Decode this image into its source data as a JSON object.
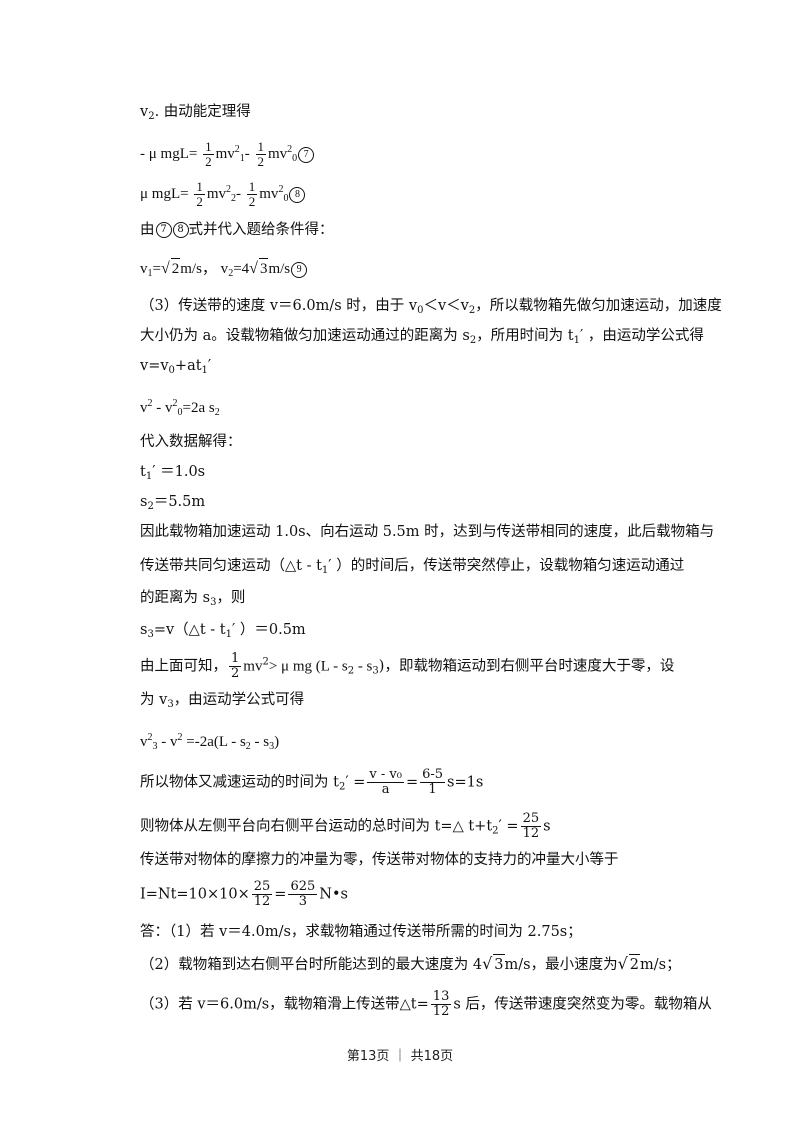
{
  "l01": "v",
  "l01_sub": "2",
  "l01_rest": ". 由动能定理得",
  "eq7_a": "- μ mgL=",
  "eq7_b": "mv",
  "eq7_c": "-",
  "eq7_d": "mv",
  "one": "1",
  "two": "2",
  "sub1": "1",
  "sub0": "0",
  "sub2": "2",
  "sub3": "3",
  "sup2": "2",
  "tag7": "7",
  "eq8_a": "μ mgL=",
  "tag8": "8",
  "l04_a": "由",
  "l04_b": "式并代入题给条件得：",
  "eq9_a": "v",
  "eq9_b": "=",
  "eq9_c": "2",
  "eq9_d": "m/s， v",
  "eq9_e": "=4",
  "eq9_f": "3",
  "eq9_g": "m/s",
  "tag9": "9",
  "p3_l1": "（3）传送带的速度 v＝6.0m/s 时，由于 v",
  "p3_l1b": "＜v＜v",
  "p3_l1c": "，所以载物箱先做匀加速运动，加速度",
  "p3_l2": "大小仍为 a。设载物箱做匀加速运动通过的距离为 s",
  "p3_l2b": "，所用时间为 t",
  "p3_l2c": "′ ，由运动学公式得",
  "eq_v": "v=v",
  "eq_v_b": "+at",
  "eq_v_c": "′",
  "eq_vs_a": "v",
  "eq_vs_b": " - v",
  "eq_vs_c": "=2a s",
  "l_sub": "代入数据解得：",
  "t1": "t",
  "t1_rest": "′ ＝1.0s",
  "s2": "s",
  "s2_rest": "＝5.5m",
  "p4_l1": "因此载物箱加速运动 1.0s、向右运动 5.5m 时，达到与传送带相同的速度，此后载物箱与",
  "p4_l2": "传送带共同匀速运动（△t - t",
  "p4_l2b": "′ ）的时间后，传送带突然停止，设载物箱匀速运动通过",
  "p4_l3": "的距离为 s",
  "p4_l3b": "，则",
  "s3": "s",
  "s3_rest": "=v（△t - t",
  "s3_rest2": "′ ）＝0.5m",
  "p5_a": "由上面可知，",
  "p5_b": "mv",
  "p5_c": "> μ mg (L - s",
  "p5_d": " - s",
  "p5_e": ")，即载物箱运动到右侧平台时速度大于零，设",
  "p6_a": "为 v",
  "p6_b": "，由运动学公式可得",
  "eq10_a": "v",
  "eq10_b": " - v",
  "eq10_c": " =-2a(L - s",
  "eq10_d": " - s",
  "eq10_e": ")",
  "p7_a": "所以物体又减速运动的时间为 t",
  "p7_b": "′ =",
  "p7_num1": "v - v₀",
  "p7_den1": "a",
  "p7_c": "=",
  "p7_num2": "6-5",
  "p7_den2": "1",
  "p7_d": "s=1s",
  "p8_a": "则物体从左侧平台向右侧平台运动的总时间为 t=△ t+t",
  "p8_b": "′ =",
  "p8_num": "25",
  "p8_den": "12",
  "p8_c": "s",
  "p9": "传送带对物体的摩擦力的冲量为零，传送带对物体的支持力的冲量大小等于",
  "p10_a": "I=Nt=10×10×",
  "p10_num1": "25",
  "p10_den1": "12",
  "p10_b": "=",
  "p10_num2": "625",
  "p10_den2": "3",
  "p10_c": "N•s",
  "ans1": "答：（1）若 v＝4.0m/s，求载物箱通过传送带所需的时间为 2.75s；",
  "ans2_a": "（2）载物箱到达右侧平台时所能达到的最大速度为 4",
  "ans2_b": "3",
  "ans2_c": "m/s，最小速度为",
  "ans2_d": "2",
  "ans2_e": "m/s；",
  "ans3_a": "（3）若 v＝6.0m/s，载物箱滑上传送带△t=",
  "ans3_num": "13",
  "ans3_den": "12",
  "ans3_b": "s 后，传送带速度突然变为零。载物箱从",
  "footer": "第13页 ｜ 共18页"
}
